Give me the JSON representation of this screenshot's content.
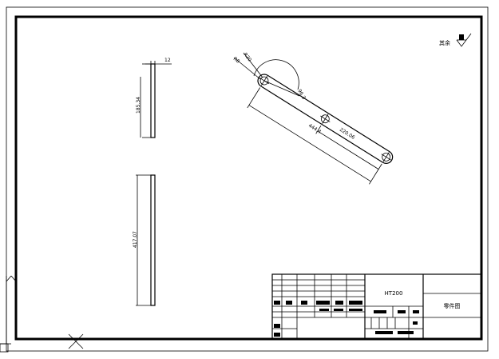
{
  "drawing": {
    "dimensions": {
      "top_width": "12",
      "short_len": "185.34",
      "long_len": "417.07",
      "r1": "R20",
      "r2": "R8",
      "angle": "96.3",
      "len_total": "444.4",
      "len_part": "220.06"
    },
    "roughness_label": "其余"
  },
  "title_block": {
    "material": "HT200",
    "drawing_name": "零件图"
  }
}
